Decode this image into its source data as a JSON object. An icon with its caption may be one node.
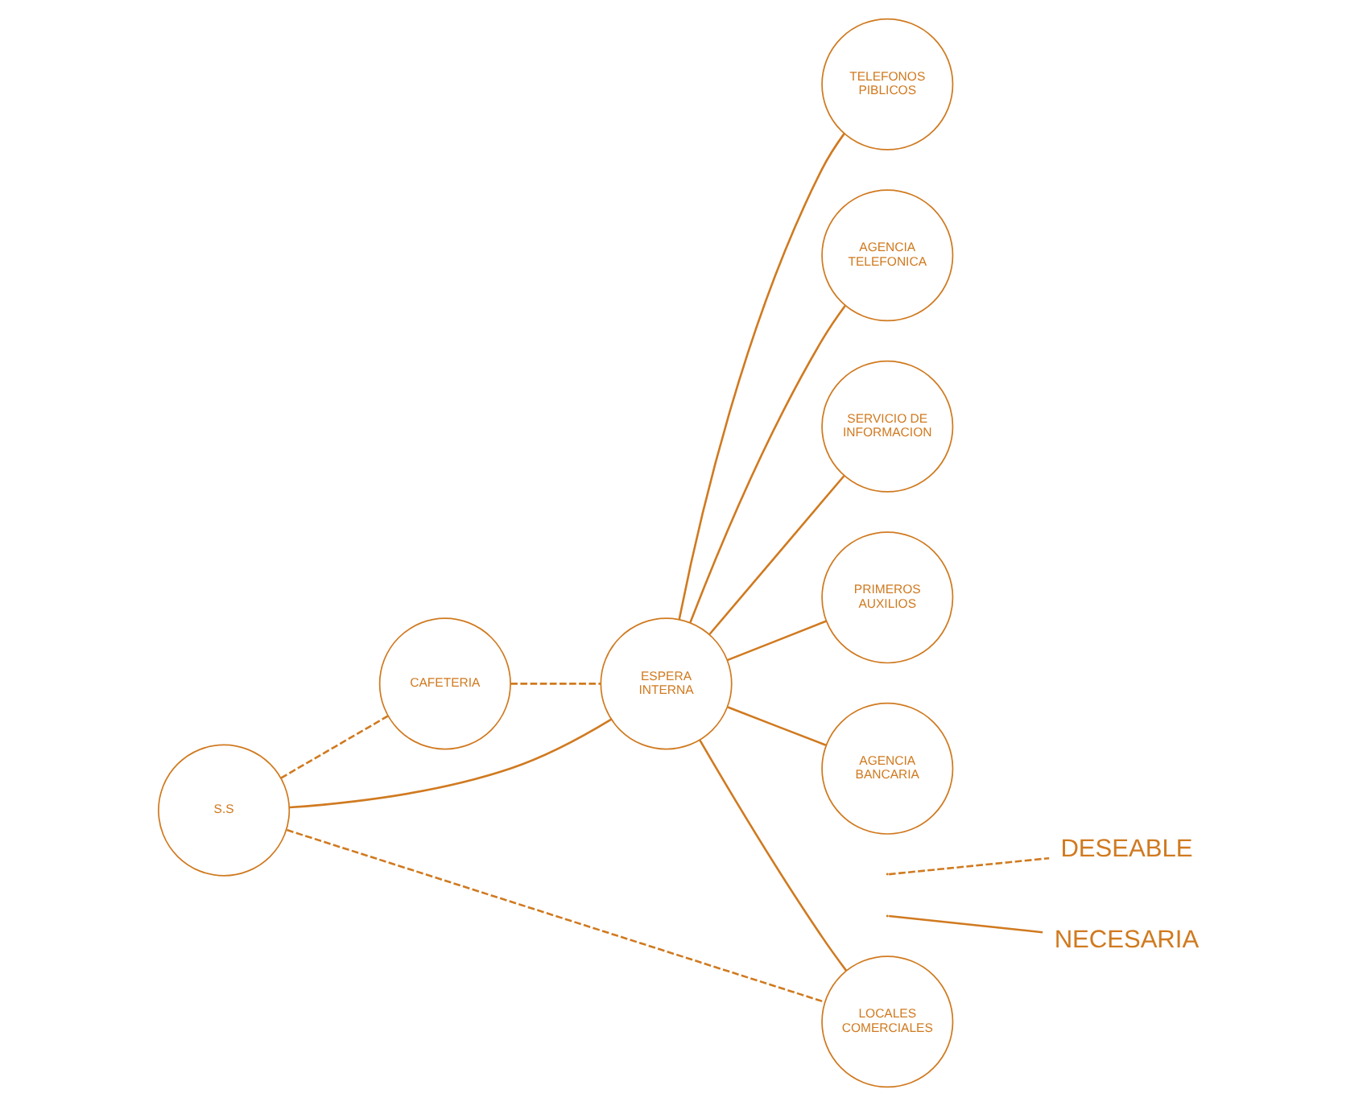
{
  "diagram": {
    "nodes": [
      {
        "text": [
          "CAFETERIA"
        ]
      },
      {
        "text": [
          "TELEFONOS PIBLICOS"
        ]
      },
      {
        "text": [
          "S.S"
        ]
      },
      {
        "text": [
          "ESPERA INTERNA"
        ]
      },
      {
        "text": [
          "AGENCIA TELEFONICA"
        ]
      },
      {
        "text": [
          "SERVICIO DE INFORMACION"
        ]
      },
      {
        "text": [
          "LOCALES COMERCIALES"
        ]
      },
      {
        "text": [
          "PRIMEROS AUXILIOS"
        ]
      },
      {
        "text": [
          "AGENCIA BANCARIA"
        ]
      }
    ],
    "edges": [
      {
        "from": 2,
        "to": 0,
        "arrow": "none",
        "style": "dashed"
      },
      {
        "from": 0,
        "to": 3,
        "arrow": "none",
        "style": "dashed"
      },
      {
        "from": 3,
        "to": 1,
        "arrow": "none"
      },
      {
        "from": 2,
        "to": 3,
        "arrow": "none"
      },
      {
        "from": 3,
        "to": 4,
        "arrow": "none"
      },
      {
        "from": 3,
        "to": 5,
        "arrow": "none"
      },
      {
        "from": 2,
        "to": 6,
        "arrow": "none",
        "style": "dashed"
      },
      {
        "from": 3,
        "to": 6,
        "arrow": "none"
      },
      {
        "from": 3,
        "to": 7,
        "arrow": "none"
      },
      {
        "from": 3,
        "to": 8,
        "arrow": "none"
      }
    ],
    "legend": [
      {
        "text": "DESEABLE"
      },
      {
        "text": "NECESARIA"
      }
    ]
  }
}
